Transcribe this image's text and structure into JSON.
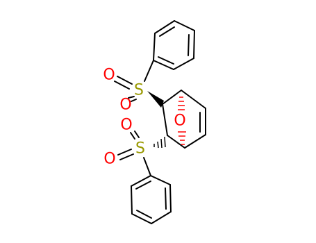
{
  "diagram": {
    "type": "chemical-structure",
    "colors": {
      "bond": "#000000",
      "oxygen": "#ff0000",
      "sulfur": "#999900",
      "background": "#ffffff"
    },
    "atoms": {
      "S1": "S",
      "S2": "S",
      "O_s1_a": "O",
      "O_s1_b": "O",
      "O_s2_a": "O",
      "O_s2_b": "O",
      "O_bridge": "O"
    }
  }
}
